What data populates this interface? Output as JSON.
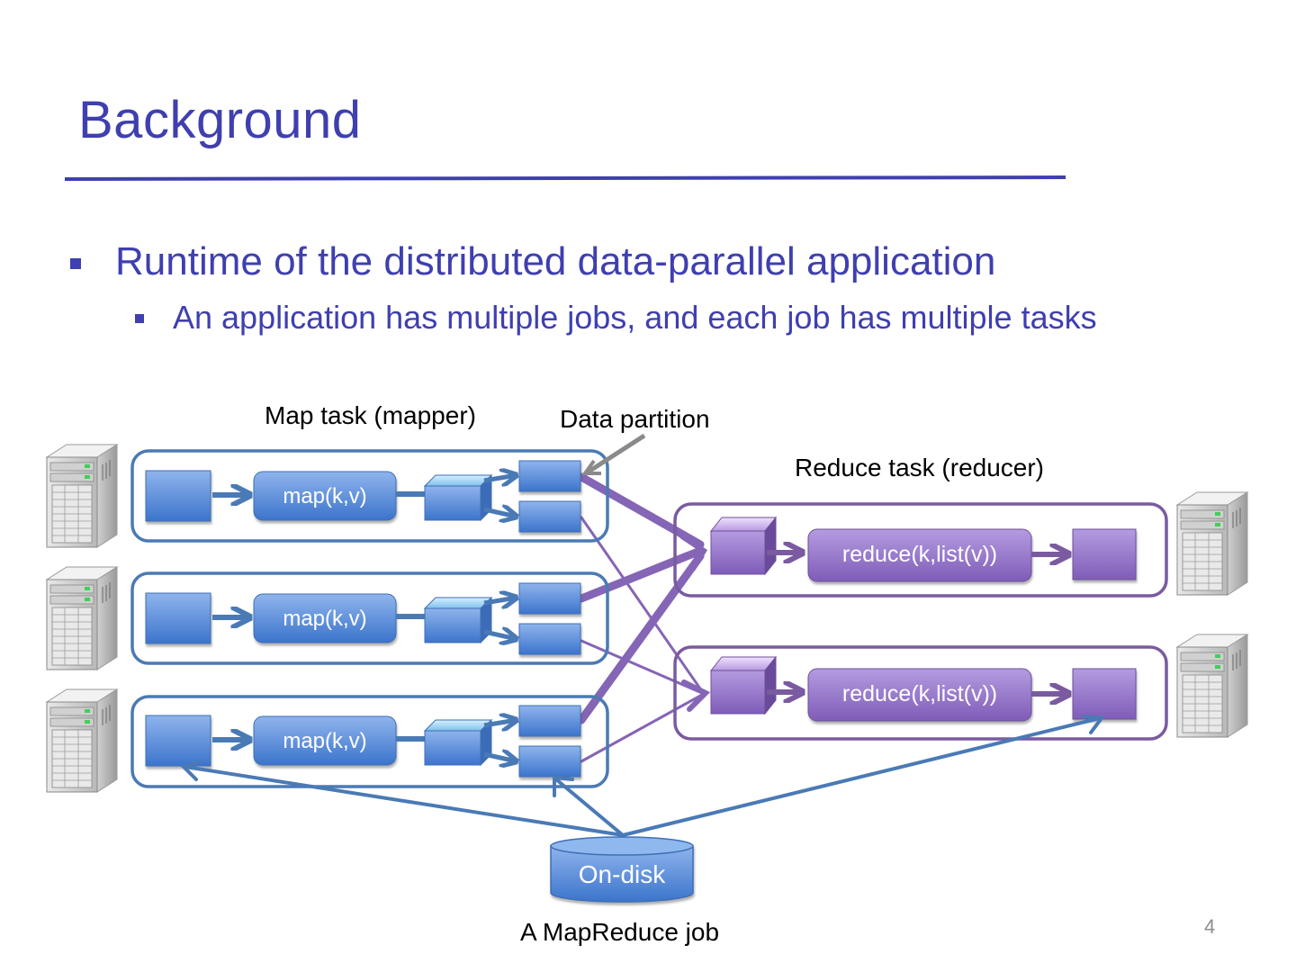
{
  "slide": {
    "title": "Background",
    "bullets": [
      {
        "level": 1,
        "text": "Runtime of the distributed data-parallel application"
      },
      {
        "level": 2,
        "text": "An application has multiple jobs, and each job has multiple tasks"
      }
    ],
    "page_number": "4"
  },
  "diagram": {
    "labels": {
      "map_task": "Map task (mapper)",
      "data_partition": "Data partition",
      "reduce_task": "Reduce task (reducer)",
      "caption": "A MapReduce job"
    },
    "mappers": [
      {
        "function": "map(k,v)"
      },
      {
        "function": "map(k,v)"
      },
      {
        "function": "map(k,v)"
      }
    ],
    "reducers": [
      {
        "function": "reduce(k,list(v))"
      },
      {
        "function": "reduce(k,list(v))"
      }
    ],
    "storage": {
      "label": "On-disk"
    },
    "colors": {
      "map_blue": "#4a7fd0",
      "map_border": "#4a7ab5",
      "reduce_purple": "#8d68c8",
      "reduce_border": "#7a5aa0",
      "title_blue": "#3f3fb0"
    }
  }
}
